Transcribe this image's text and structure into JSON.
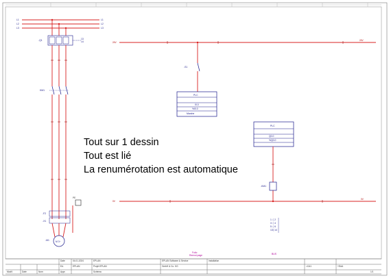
{
  "overlay": {
    "line1": "Tout sur 1 dessin",
    "line2": "Tout est lié",
    "line3": "La renumérotation est automatique"
  },
  "colors": {
    "wire": "#d82020",
    "wire_dark": "#9a1010",
    "component": "#1a1a8a",
    "frame": "#555555",
    "highlight": "#b0009a"
  },
  "labels": {
    "top_left_phase_1": "L1",
    "top_left_phase_2": "L2",
    "top_left_phase_3": "L3",
    "left_bus_right": "24V",
    "bottom_bus_left": "0V",
    "bottom_bus_right": "0V",
    "plc_module_title": "PLC",
    "contactor_ref": "KM1",
    "motor_symbol": "M 3~",
    "page_right": "1/1"
  },
  "icons": {
    "motor": "motor-circle-icon",
    "coil": "coil-icon",
    "breaker": "breaker-icon"
  }
}
